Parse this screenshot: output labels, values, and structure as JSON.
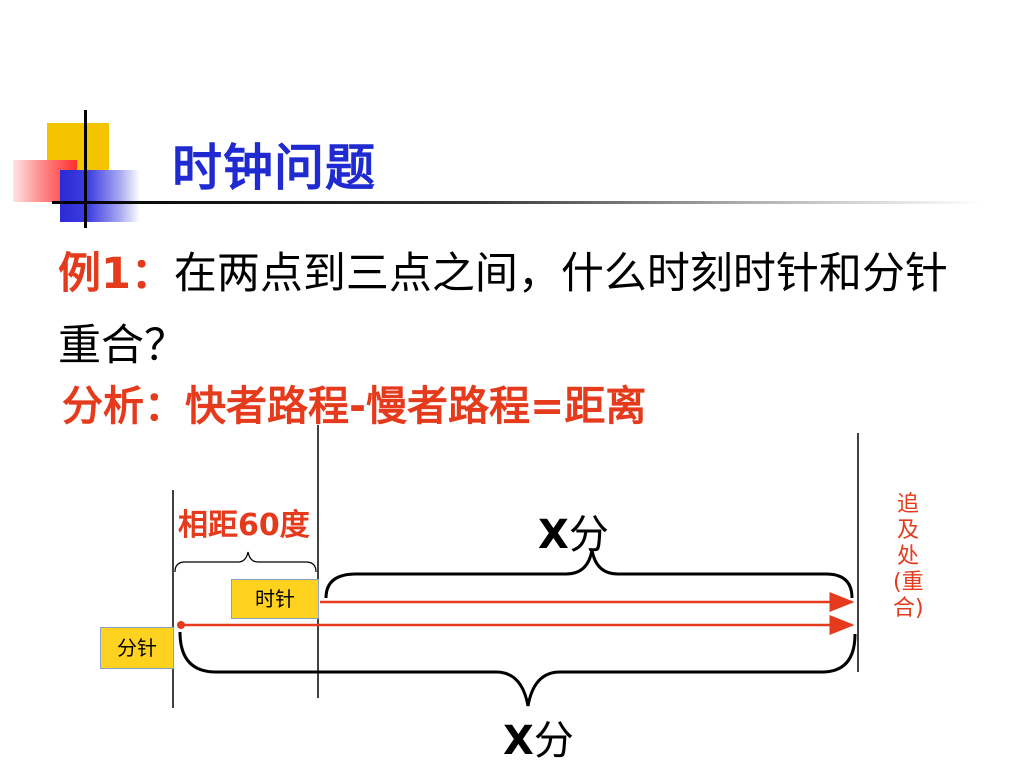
{
  "title": "时钟问题",
  "problem": {
    "label": "例1：",
    "text": "在两点到三点之间，什么时刻时针和分针重合？"
  },
  "analysis": "分析：快者路程-慢者路程=距离",
  "diagram": {
    "distance_label": "相距60度",
    "x_top_var": "X",
    "x_top_unit": "分",
    "x_bottom_var": "X",
    "x_bottom_unit": "分",
    "hour_hand_label": "时针",
    "minute_hand_label": "分针",
    "catch_up_label": "追及处(重合)",
    "accent_color": "#e53a1c"
  }
}
